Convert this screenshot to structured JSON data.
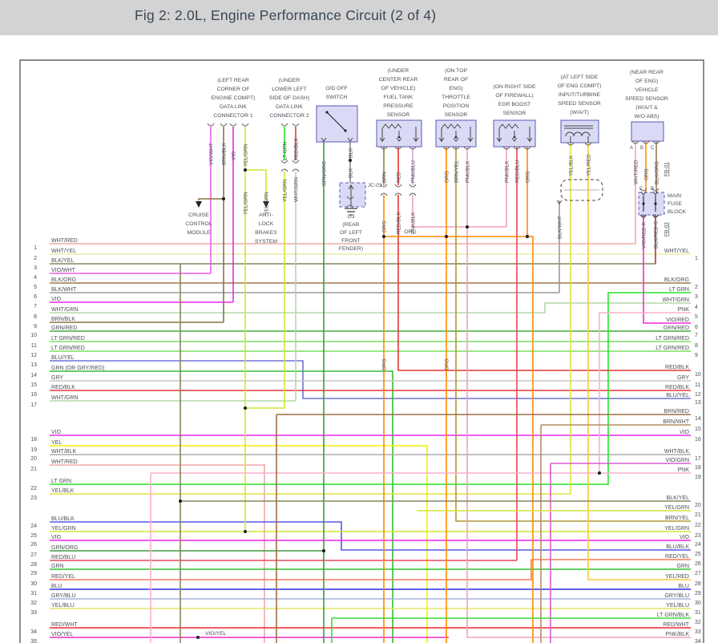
{
  "title": "Fig 2: 2.0L, Engine Performance Circuit (2 of 4)",
  "palette": {
    "WHT/RED": "#f0a8ac",
    "WHT/YEL": "#ececa8",
    "BLK/YEL": "#85855f",
    "VIO/WHT": "#f05af0",
    "BLK/ORG": "#9c7a4e",
    "BLK/WHT": "#9a9a9a",
    "VIO": "#ee22ee",
    "WHT/GRN": "#b2d8a8",
    "BRN/BLK": "#8a7440",
    "GRN/RED": "#3fae3f",
    "LT GRN/RED": "#7ade5e",
    "BLU/YEL": "#7070d8",
    "GRN (OR GRY/RED)": "#35bb35",
    "GRY": "#c6c6c6",
    "RED/BLK": "#e03838",
    "YEL": "#f6f000",
    "WHT/BLK": "#ababab",
    "LT GRN": "#28e428",
    "YEL/BLK": "#e0e040",
    "BLU/BLK": "#5858e8",
    "YEL/GRN": "#d4e436",
    "GRN/ORG": "#3f9a3f",
    "RED/BLU": "#e84858",
    "GRN": "#2fc42f",
    "RED/YEL": "#fa7858",
    "BLU": "#2828ee",
    "GRY/BLU": "#a8b2e2",
    "YEL/BLU": "#e6e668",
    "RED/WHT": "#f42828",
    "VIO/YEL": "#ee28c8",
    "PNK": "#f9b0cc",
    "PNK/BLK": "#f2a2bc",
    "PNK/BLU": "#d4a8e4",
    "ORG": "#ff8a00",
    "BRN": "#96803c",
    "RED": "#f03030",
    "BRN/YEL": "#ae9a34",
    "BRN/RED": "#9c6e46",
    "BRN/WHT": "#b28e62",
    "VIO/GRN": "#da5ad0",
    "YEL/RED": "#f8c838",
    "LT GRN/BLK": "#3ad83a",
    "VIO/RED": "#f828d8",
    "BLK/RED": "#a04040",
    "BLK": "#8a8a8a"
  },
  "components": {
    "dlc1": {
      "lines": [
        "(LEFT REAR",
        "CORNER OF",
        "ENGINE COMPT)",
        "DATA LINK",
        "CONNECTOR 1"
      ],
      "wires": [
        "VIO/WHT",
        "BRN/BLK",
        "VIO",
        "YEL/GRN"
      ]
    },
    "dlc2": {
      "lines": [
        "(UNDER",
        "LOWER LEFT",
        "SIDE OF DASH)",
        "DATA LINK",
        "CONNECTOR 2"
      ],
      "wires": [
        "LT GRN",
        "RED/BLK"
      ],
      "wires2": [
        "YEL/GRN",
        "WHT/GRN"
      ]
    },
    "od": {
      "lines": [
        "O/D OFF",
        "SWITCH"
      ],
      "wires": [
        "GRN/ORG",
        "BLK"
      ],
      "wire2": "BLK"
    },
    "ftp": {
      "lines": [
        "(UNDER",
        "CENTER REAR",
        "OF VEHICLE)",
        "FUEL TANK",
        "PRESSURE",
        "SENSOR"
      ],
      "wires": [
        "BRN",
        "RED",
        "PNK/BLU"
      ],
      "wires2": [
        "ORG",
        "RED/BLK",
        "PNK/BLK"
      ]
    },
    "tps": {
      "lines": [
        "(ON TOP",
        "REAR OF",
        "ENG)",
        "THROTTLE",
        "POSITION",
        "SENSOR"
      ],
      "wires": [
        "ORG",
        "BRN/YEL",
        "PNK/BLK"
      ]
    },
    "egr": {
      "lines": [
        "(ON RIGHT SIDE",
        "OF FIREWALL)",
        "EGR BOOST",
        "SENSOR"
      ],
      "wires": [
        "PNK/BLK",
        "RED/BLU",
        "ORG"
      ]
    },
    "turbine": {
      "lines": [
        "(AT LEFT SIDE",
        "OF ENG COMPT)",
        "INPUT/TURBINE",
        "SPEED SENSOR",
        "(W/A/T)"
      ],
      "wires": [
        "YEL/BLK",
        "YEL/RED"
      ],
      "branch": "BLK/WHT"
    },
    "vss": {
      "lines": [
        "(NEAR REAR",
        "OF ENG)",
        "VEHICLE",
        "SPEED SENSOR",
        "(W/A/T &",
        "W/O ABS)"
      ],
      "wires": [
        "WHT/RED",
        "ORG",
        "BLK/ORG"
      ],
      "pins": [
        "A",
        "B",
        "C"
      ]
    },
    "fuse": {
      "lines": [
        "MAIN",
        "FUSE",
        "BLOCK"
      ],
      "fb_top": "FB-01",
      "fb_bottom": "FB-03",
      "pins_top": [
        "C",
        "B"
      ],
      "pins_bottom": [
        "R",
        "C"
      ],
      "wires_bottom": [
        "VIO/RED",
        "BLK/RED"
      ]
    },
    "cruise": {
      "lines": [
        "CRUISE",
        "CONTROL",
        "MODULE"
      ]
    },
    "abs": {
      "lines": [
        "ANTI-",
        "LOCK",
        "BRAKES",
        "SYSTEM"
      ]
    },
    "g3": {
      "lines": [
        "G3",
        "(REAR",
        "OF LEFT",
        "FRONT",
        "FENDER)"
      ],
      "jc": "JC-03"
    }
  },
  "misc": {
    "org": "ORG",
    "vio_yel": "VIO/YEL"
  },
  "left_rows": [
    {
      "n": "1",
      "label": "WHT/RED"
    },
    {
      "n": "2",
      "label": "WHT/YEL"
    },
    {
      "n": "3",
      "label": "BLK/YEL"
    },
    {
      "n": "4",
      "label": "VIO/WHT"
    },
    {
      "n": "5",
      "label": "BLK/ORG"
    },
    {
      "n": "6",
      "label": "BLK/WHT"
    },
    {
      "n": "7",
      "label": "VIO"
    },
    {
      "n": "8",
      "label": "WHT/GRN"
    },
    {
      "n": "9",
      "label": "BRN/BLK"
    },
    {
      "n": "10",
      "label": "GRN/RED"
    },
    {
      "n": "11",
      "label": "LT GRN/RED"
    },
    {
      "n": "12",
      "label": "LT GRN/RED"
    },
    {
      "n": "13",
      "label": "BLU/YEL"
    },
    {
      "n": "14",
      "label": "GRN (OR GRY/RED)"
    },
    {
      "n": "15",
      "label": "GRY"
    },
    {
      "n": "16",
      "label": "RED/BLK"
    },
    {
      "n": "17",
      "label": "WHT/GRN"
    },
    {
      "n": "18",
      "label": "VIO"
    },
    {
      "n": "19",
      "label": "YEL"
    },
    {
      "n": "20",
      "label": "WHT/BLK"
    },
    {
      "n": "21",
      "label": "WHT/RED"
    },
    {
      "n": "22",
      "label": "LT GRN"
    },
    {
      "n": "23",
      "label": "YEL/BLK"
    },
    {
      "n": "24",
      "label": "BLU/BLK"
    },
    {
      "n": "25",
      "label": "YEL/GRN"
    },
    {
      "n": "26",
      "label": "VIO"
    },
    {
      "n": "27",
      "label": "GRN/ORG"
    },
    {
      "n": "28",
      "label": "RED/BLU"
    },
    {
      "n": "29",
      "label": "GRN"
    },
    {
      "n": "30",
      "label": "RED/YEL"
    },
    {
      "n": "31",
      "label": "BLU"
    },
    {
      "n": "32",
      "label": "GRY/BLU"
    },
    {
      "n": "33",
      "label": "YEL/BLU"
    },
    {
      "n": "34",
      "label": "RED/WHT"
    },
    {
      "n": "35",
      "label": "VIO/YEL"
    }
  ],
  "right_rows": [
    {
      "n": "1",
      "label": "WHT/YEL"
    },
    {
      "n": "2",
      "label": "BLK/ORG"
    },
    {
      "n": "3",
      "label": "LT GRN"
    },
    {
      "n": "4",
      "label": "WHT/GRN"
    },
    {
      "n": "5",
      "label": "PNK"
    },
    {
      "n": "6",
      "label": "VIO/RED"
    },
    {
      "n": "7",
      "label": "GRN/RED"
    },
    {
      "n": "8",
      "label": "LT GRN/RED"
    },
    {
      "n": "9",
      "label": "LT GRN/RED"
    },
    {
      "n": "10",
      "label": "RED/BLK"
    },
    {
      "n": "11",
      "label": "GRY"
    },
    {
      "n": "12",
      "label": "RED/BLK"
    },
    {
      "n": "13",
      "label": "BLU/YEL"
    },
    {
      "n": "14",
      "label": "BRN/RED"
    },
    {
      "n": "15",
      "label": "BRN/WHT"
    },
    {
      "n": "16",
      "label": "VIO"
    },
    {
      "n": "17",
      "label": "WHT/BLK"
    },
    {
      "n": "18",
      "label": "VIO/GRN"
    },
    {
      "n": "19",
      "label": "PNK"
    },
    {
      "n": "20",
      "label": "BLK/YEL"
    },
    {
      "n": "21",
      "label": "YEL/GRN"
    },
    {
      "n": "22",
      "label": "BRN/YEL"
    },
    {
      "n": "23",
      "label": "YEL/GRN"
    },
    {
      "n": "24",
      "label": "VIO"
    },
    {
      "n": "25",
      "label": "BLU/BLK"
    },
    {
      "n": "26",
      "label": "RED/YEL"
    },
    {
      "n": "27",
      "label": "GRN"
    },
    {
      "n": "28",
      "label": "YEL/RED"
    },
    {
      "n": "29",
      "label": "BLU"
    },
    {
      "n": "30",
      "label": "GRY/BLU"
    },
    {
      "n": "31",
      "label": "YEL/BLU"
    },
    {
      "n": "32",
      "label": "LT GRN/BLK"
    },
    {
      "n": "33",
      "label": "RED/WHT"
    },
    {
      "n": "34",
      "label": "PNK/BLK"
    }
  ]
}
